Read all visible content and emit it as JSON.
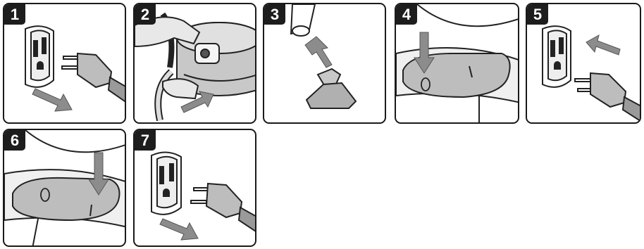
{
  "steps": [
    {
      "number": "1",
      "scene": "unplug-cord"
    },
    {
      "number": "2",
      "scene": "attach-hose"
    },
    {
      "number": "3",
      "scene": "attach-accessory"
    },
    {
      "number": "4",
      "scene": "switch-off"
    },
    {
      "number": "5",
      "scene": "plug-in-cord"
    },
    {
      "number": "6",
      "scene": "switch-on"
    },
    {
      "number": "7",
      "scene": "unplug-cord"
    }
  ],
  "switch_labels": {
    "off": "O",
    "on": "I"
  },
  "colors": {
    "border": "#1a1a1a",
    "badge_bg": "#1d1d1d",
    "arrow_gray": "#8c8c8c",
    "line_art": "#222222",
    "shade": "#bdbdbd"
  }
}
